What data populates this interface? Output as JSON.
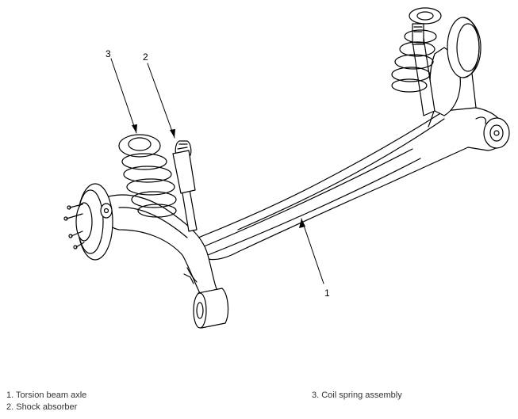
{
  "diagram": {
    "callouts": [
      "1",
      "2",
      "3"
    ]
  },
  "legend": {
    "items": [
      "1. Torsion beam axle",
      "2. Shock absorber",
      "3. Coil spring assembly"
    ]
  },
  "colors": {
    "line": "#000000",
    "text": "#333333",
    "background": "#ffffff"
  }
}
